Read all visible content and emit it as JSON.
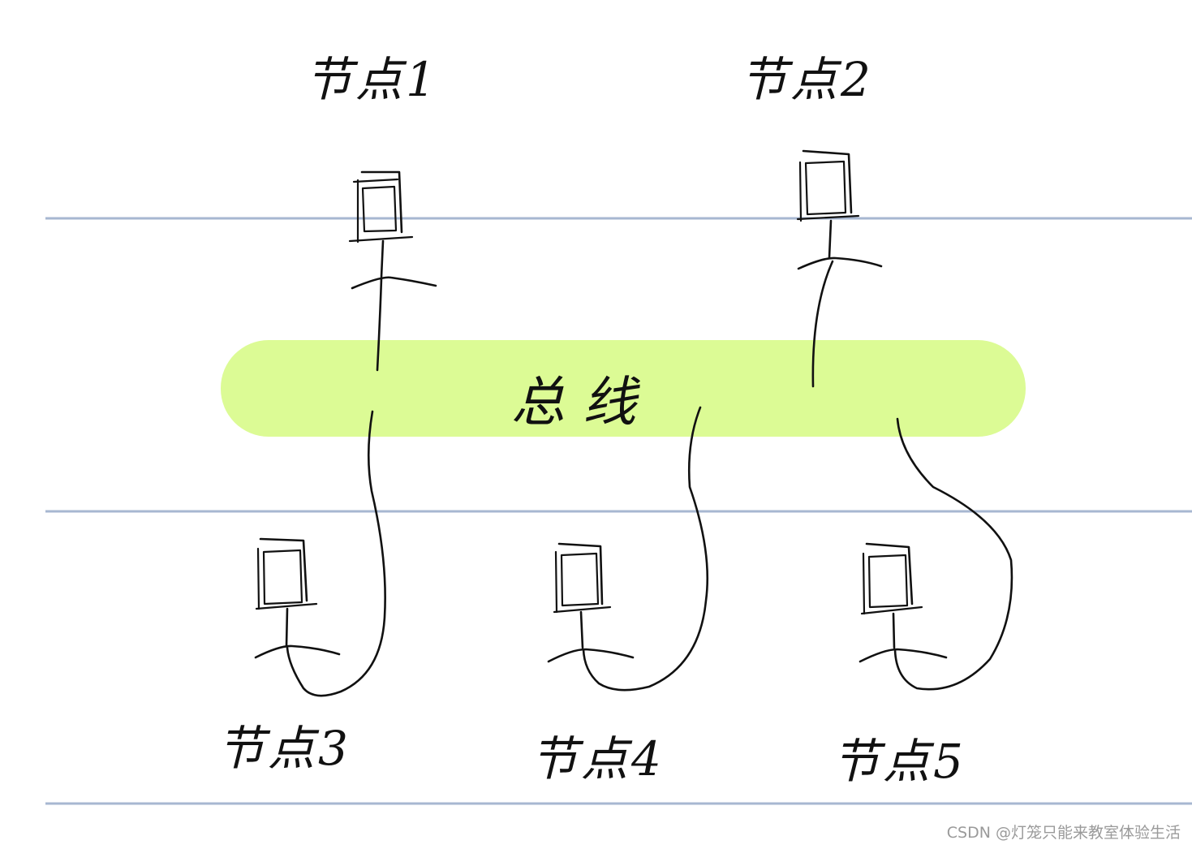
{
  "diagram": {
    "bus_label": "总线",
    "nodes": [
      {
        "id": "node-1",
        "label": "节点1"
      },
      {
        "id": "node-2",
        "label": "节点2"
      },
      {
        "id": "node-3",
        "label": "节点3"
      },
      {
        "id": "node-4",
        "label": "节点4"
      },
      {
        "id": "node-5",
        "label": "节点5"
      }
    ],
    "colors": {
      "bus": "#dcfb95",
      "ruled_lines": "#a7b7d1",
      "ink": "#111111"
    }
  },
  "watermark": "CSDN @灯笼只能来教室体验生活"
}
